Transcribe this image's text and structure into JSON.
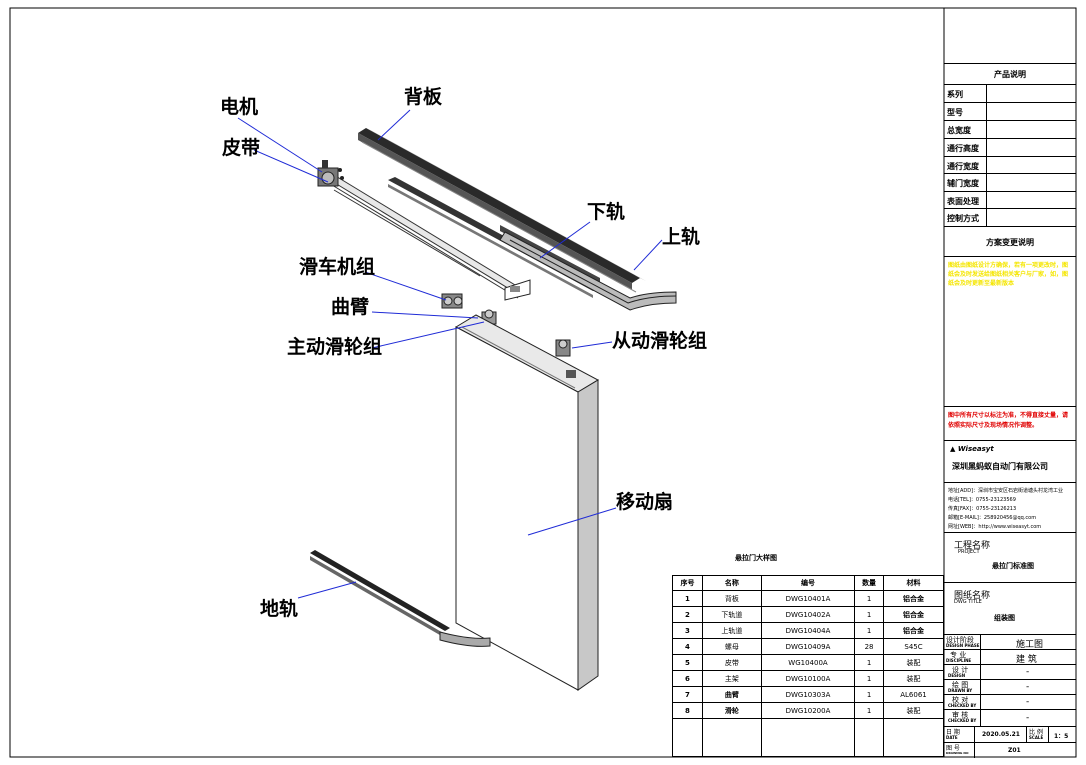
{
  "callouts": {
    "motor": "电机",
    "belt": "皮带",
    "back_plate": "背板",
    "lower_rail": "下轨",
    "upper_rail": "上轨",
    "carriage_group": "滑车机组",
    "curved_arm": "曲臂",
    "drive_pulley": "主动滑轮组",
    "driven_pulley": "从动滑轮组",
    "moving_leaf": "移动扇",
    "floor_rail": "地轨"
  },
  "title_block": {
    "product_desc": "产品说明",
    "fields": [
      "系列",
      "型号",
      "总宽度",
      "通行高度",
      "通行宽度",
      "辅门宽度",
      "表面处理",
      "控制方式"
    ],
    "change_desc": "方案变更说明",
    "change_note": "图纸由图纸设计方确保，若有一项更改时，图纸会及时发送给图纸相关客户与厂家，如，图纸会及时更新至最新版本",
    "warning_note": "图中所有尺寸以标注为准，不得直接丈量，请依照实际尺寸及现场情况作调整。",
    "company_logo": "Wiseasyt",
    "company_name": "深圳黑蚂蚁自动门有限公司",
    "contact_lines": [
      "地址[ADD]：深圳市宝安区石岩街道塘头村龙湾工业",
      "电话[TEL]：0755-23123569",
      "传真[FAX]：0755-23126213",
      "邮箱[E-MAIL]：258920456@qq.com",
      "网址[WEB]：http://www.wiseasyt.com"
    ],
    "project_label_cn": "工程名称",
    "project_label_en": "PROJECT",
    "project_name": "悬拉门标准图",
    "drawing_label_cn": "图纸名称",
    "drawing_label_en": "DWG TITLE",
    "drawing_name": "组装图",
    "rows": [
      {
        "label": "设计阶段",
        "sub": "DESIGN PHASE",
        "value": "施工图"
      },
      {
        "label": "专 业",
        "sub": "DISCIPLINE",
        "value": "建 筑"
      },
      {
        "label": "设 计",
        "sub": "DESIGN",
        "value": "-"
      },
      {
        "label": "绘 图",
        "sub": "DRAWN BY",
        "value": "-"
      },
      {
        "label": "校 对",
        "sub": "CHECKED BY",
        "value": "-"
      },
      {
        "label": "审 核",
        "sub": "CHECKED BY",
        "value": "-"
      }
    ],
    "date_label": "日 期",
    "date_sub": "DATE",
    "date_value": "2020.05.21",
    "scale_label": "比 例",
    "scale_sub": "SCALE",
    "scale_value": "1：5",
    "dwg_no_label": "图 号",
    "dwg_no_sub": "DRAWING NO",
    "dwg_no_value": "Z01"
  },
  "parts_table": {
    "title": "悬拉门大样图",
    "headers": [
      "序号",
      "名称",
      "编号",
      "数量",
      "材料"
    ],
    "rows": [
      [
        "1",
        "背板",
        "DWG10401A",
        "1",
        "铝合金"
      ],
      [
        "2",
        "下轨道",
        "DWG10402A",
        "1",
        "铝合金"
      ],
      [
        "3",
        "上轨道",
        "DWG10404A",
        "1",
        "铝合金"
      ],
      [
        "4",
        "螺母",
        "DWG10409A",
        "28",
        "S45C"
      ],
      [
        "5",
        "皮带",
        "WG10400A",
        "1",
        "装配"
      ],
      [
        "6",
        "主架",
        "DWG10100A",
        "1",
        "装配"
      ],
      [
        "7",
        "曲臂",
        "DWG10303A",
        "1",
        "AL6061"
      ],
      [
        "8",
        "滑轮",
        "DWG10200A",
        "1",
        "装配"
      ]
    ]
  }
}
